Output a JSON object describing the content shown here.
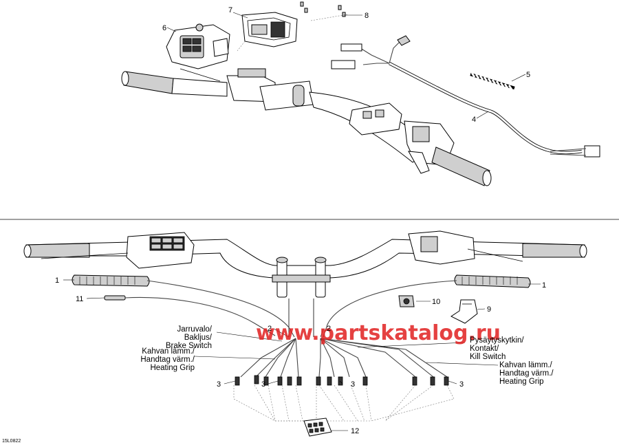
{
  "diagram_code": "15L0822",
  "watermark": "www.partskatalog.ru",
  "callouts": {
    "c1_left": "1",
    "c1_right": "1",
    "c2_left": "2",
    "c2_right": "2",
    "c3_a": "3",
    "c3_b": "3",
    "c3_c": "3",
    "c3_d": "3",
    "c4": "4",
    "c5": "5",
    "c6": "6",
    "c7": "7",
    "c8": "8",
    "c9": "9",
    "c10": "10",
    "c11": "11",
    "c12": "12"
  },
  "labels": {
    "brake_switch": [
      "Jarruvalo/",
      "Bakljus/",
      "Brake Switch"
    ],
    "heating_grip_left": [
      "Kahvan lämm./",
      "Handtag värm./",
      "Heating Grip"
    ],
    "kill_switch": [
      "Pysäytyskytkin/",
      "Kontakt/",
      "Kill Switch"
    ],
    "heating_grip_right": [
      "Kahvan lämm./",
      "Handtag värm./",
      "Heating Grip"
    ]
  }
}
